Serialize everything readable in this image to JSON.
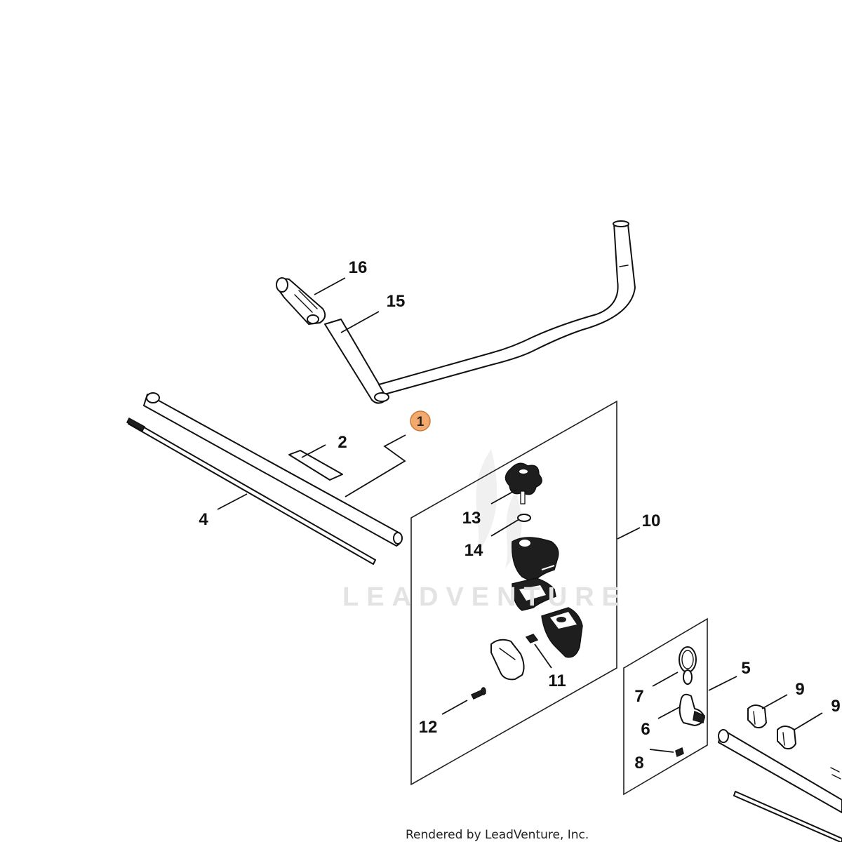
{
  "diagram": {
    "watermark": "LEADVENTURE",
    "footer": "Rendered by LeadVenture, Inc.",
    "accent_color": "#f2a96b",
    "highlighted_part": "1",
    "callouts": [
      "1",
      "2",
      "4",
      "5",
      "6",
      "7",
      "8",
      "9",
      "9",
      "10",
      "11",
      "12",
      "13",
      "14",
      "15",
      "16"
    ]
  }
}
